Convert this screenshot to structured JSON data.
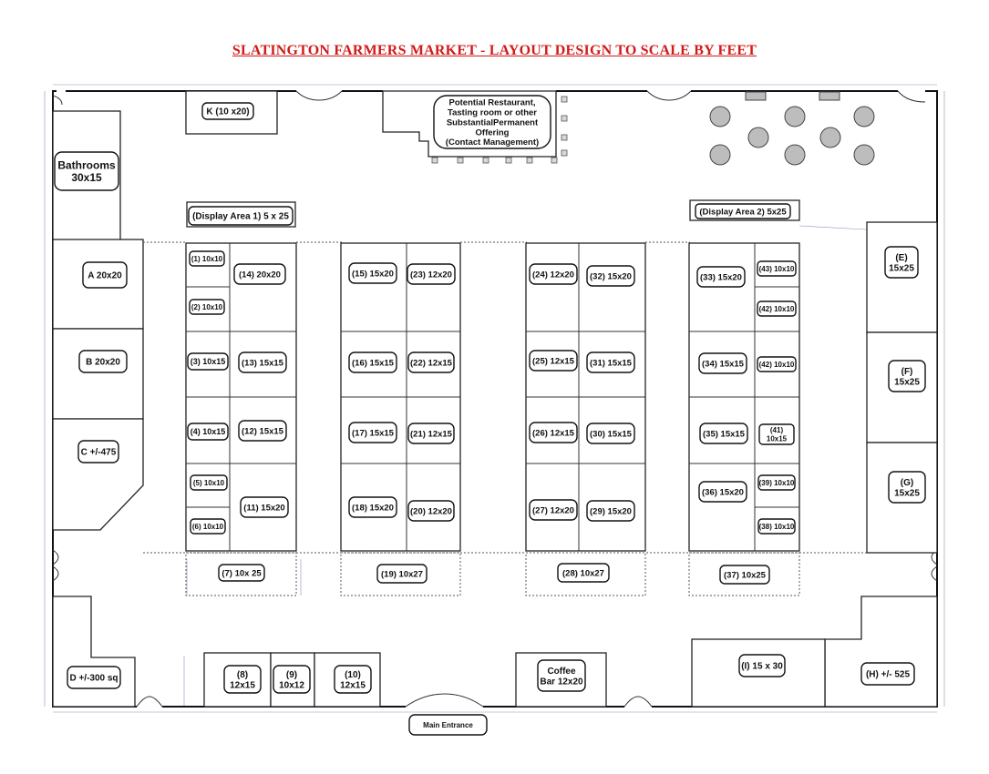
{
  "title": "SLATINGTON FARMERS MARKET - LAYOUT DESIGN TO SCALE BY FEET",
  "main_entrance": "Main Entrance",
  "booths": [
    {
      "id": "k",
      "lines": [
        "K (10 x20)"
      ]
    },
    {
      "id": "restaurant",
      "lines": [
        "Potential Restaurant,",
        "Tasting room or other",
        "SubstantialPermanent",
        "Offering",
        "(Contact Management)"
      ]
    },
    {
      "id": "bathrooms",
      "lines": [
        "Bathrooms",
        "30x15"
      ]
    },
    {
      "id": "display1",
      "lines": [
        "(Display Area 1) 5 x 25"
      ]
    },
    {
      "id": "display2",
      "lines": [
        "(Display Area 2) 5x25"
      ]
    },
    {
      "id": "a",
      "lines": [
        "A 20x20"
      ]
    },
    {
      "id": "b",
      "lines": [
        "B 20x20"
      ]
    },
    {
      "id": "c",
      "lines": [
        "C +/-475"
      ]
    },
    {
      "id": "d",
      "lines": [
        "D +/-300 sq"
      ]
    },
    {
      "id": "e",
      "lines": [
        "(E)",
        "15x25"
      ]
    },
    {
      "id": "f",
      "lines": [
        "(F)",
        "15x25"
      ]
    },
    {
      "id": "g",
      "lines": [
        "(G)",
        "15x25"
      ]
    },
    {
      "id": "h",
      "lines": [
        "(H) +/- 525"
      ]
    },
    {
      "id": "i",
      "lines": [
        "(I) 15 x 30"
      ]
    },
    {
      "id": "coffee",
      "lines": [
        "Coffee",
        "Bar 12x20"
      ]
    },
    {
      "id": "s8",
      "lines": [
        "(8)",
        "12x15"
      ]
    },
    {
      "id": "s9",
      "lines": [
        "(9)",
        "10x12"
      ]
    },
    {
      "id": "s10",
      "lines": [
        "(10)",
        "12x15"
      ]
    },
    {
      "id": "s1",
      "lines": [
        "(1) 10x10"
      ]
    },
    {
      "id": "s2",
      "lines": [
        "(2) 10x10"
      ]
    },
    {
      "id": "s3",
      "lines": [
        "(3) 10x15"
      ]
    },
    {
      "id": "s4",
      "lines": [
        "(4) 10x15"
      ]
    },
    {
      "id": "s5",
      "lines": [
        "(5) 10x10"
      ]
    },
    {
      "id": "s6",
      "lines": [
        "(6) 10x10"
      ]
    },
    {
      "id": "s7",
      "lines": [
        "(7) 10x 25"
      ]
    },
    {
      "id": "s11",
      "lines": [
        "(11) 15x20"
      ]
    },
    {
      "id": "s12",
      "lines": [
        "(12) 15x15"
      ]
    },
    {
      "id": "s13",
      "lines": [
        "(13) 15x15"
      ]
    },
    {
      "id": "s14",
      "lines": [
        "(14) 20x20"
      ]
    },
    {
      "id": "s15",
      "lines": [
        "(15) 15x20"
      ]
    },
    {
      "id": "s16",
      "lines": [
        "(16) 15x15"
      ]
    },
    {
      "id": "s17",
      "lines": [
        "(17) 15x15"
      ]
    },
    {
      "id": "s18",
      "lines": [
        "(18) 15x20"
      ]
    },
    {
      "id": "s19",
      "lines": [
        "(19) 10x27"
      ]
    },
    {
      "id": "s20",
      "lines": [
        "(20) 12x20"
      ]
    },
    {
      "id": "s21",
      "lines": [
        "(21) 12x15"
      ]
    },
    {
      "id": "s22",
      "lines": [
        "(22) 12x15"
      ]
    },
    {
      "id": "s23",
      "lines": [
        "(23) 12x20"
      ]
    },
    {
      "id": "s24",
      "lines": [
        "(24) 12x20"
      ]
    },
    {
      "id": "s25",
      "lines": [
        "(25) 12x15"
      ]
    },
    {
      "id": "s26",
      "lines": [
        "(26) 12x15"
      ]
    },
    {
      "id": "s27",
      "lines": [
        "(27) 12x20"
      ]
    },
    {
      "id": "s28",
      "lines": [
        "(28) 10x27"
      ]
    },
    {
      "id": "s29",
      "lines": [
        "(29) 15x20"
      ]
    },
    {
      "id": "s30",
      "lines": [
        "(30) 15x15"
      ]
    },
    {
      "id": "s31",
      "lines": [
        "(31) 15x15"
      ]
    },
    {
      "id": "s32",
      "lines": [
        "(32) 15x20"
      ]
    },
    {
      "id": "s33",
      "lines": [
        "(33) 15x20"
      ]
    },
    {
      "id": "s34",
      "lines": [
        "(34) 15x15"
      ]
    },
    {
      "id": "s35",
      "lines": [
        "(35) 15x15"
      ]
    },
    {
      "id": "s36",
      "lines": [
        "(36) 15x20"
      ]
    },
    {
      "id": "s37",
      "lines": [
        "(37) 10x25"
      ]
    },
    {
      "id": "s38",
      "lines": [
        "(38) 10x10"
      ]
    },
    {
      "id": "s39",
      "lines": [
        "(39) 10x10"
      ]
    },
    {
      "id": "s41",
      "lines": [
        "(41)",
        "10x15"
      ]
    },
    {
      "id": "s42a",
      "lines": [
        "(42) 10x10"
      ]
    },
    {
      "id": "s42b",
      "lines": [
        "(42) 10x10"
      ]
    },
    {
      "id": "s43",
      "lines": [
        "(43) 10x10"
      ]
    }
  ]
}
